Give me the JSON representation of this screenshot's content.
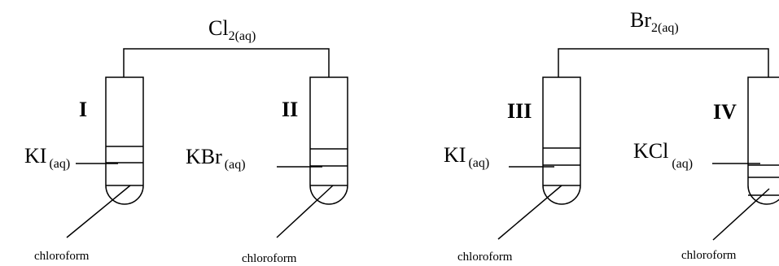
{
  "experiment_1": {
    "reagent_main": "Cl",
    "reagent_sub": "2(aq)",
    "tube_1": {
      "numeral": "I",
      "solution_main": "KI",
      "solution_sub": "(aq)",
      "bottom_label": "chloroform"
    },
    "tube_2": {
      "numeral": "II",
      "solution_main": "KBr",
      "solution_sub": "(aq)",
      "bottom_label": "chloroform"
    }
  },
  "experiment_2": {
    "reagent_main": "Br",
    "reagent_sub": "2(aq)",
    "tube_3": {
      "numeral": "III",
      "solution_main": "KI",
      "solution_sub": "(aq)",
      "bottom_label": "chloroform"
    },
    "tube_4": {
      "numeral": "IV",
      "solution_main": "KCl",
      "solution_sub": "(aq)",
      "bottom_label": "chloroform"
    }
  }
}
